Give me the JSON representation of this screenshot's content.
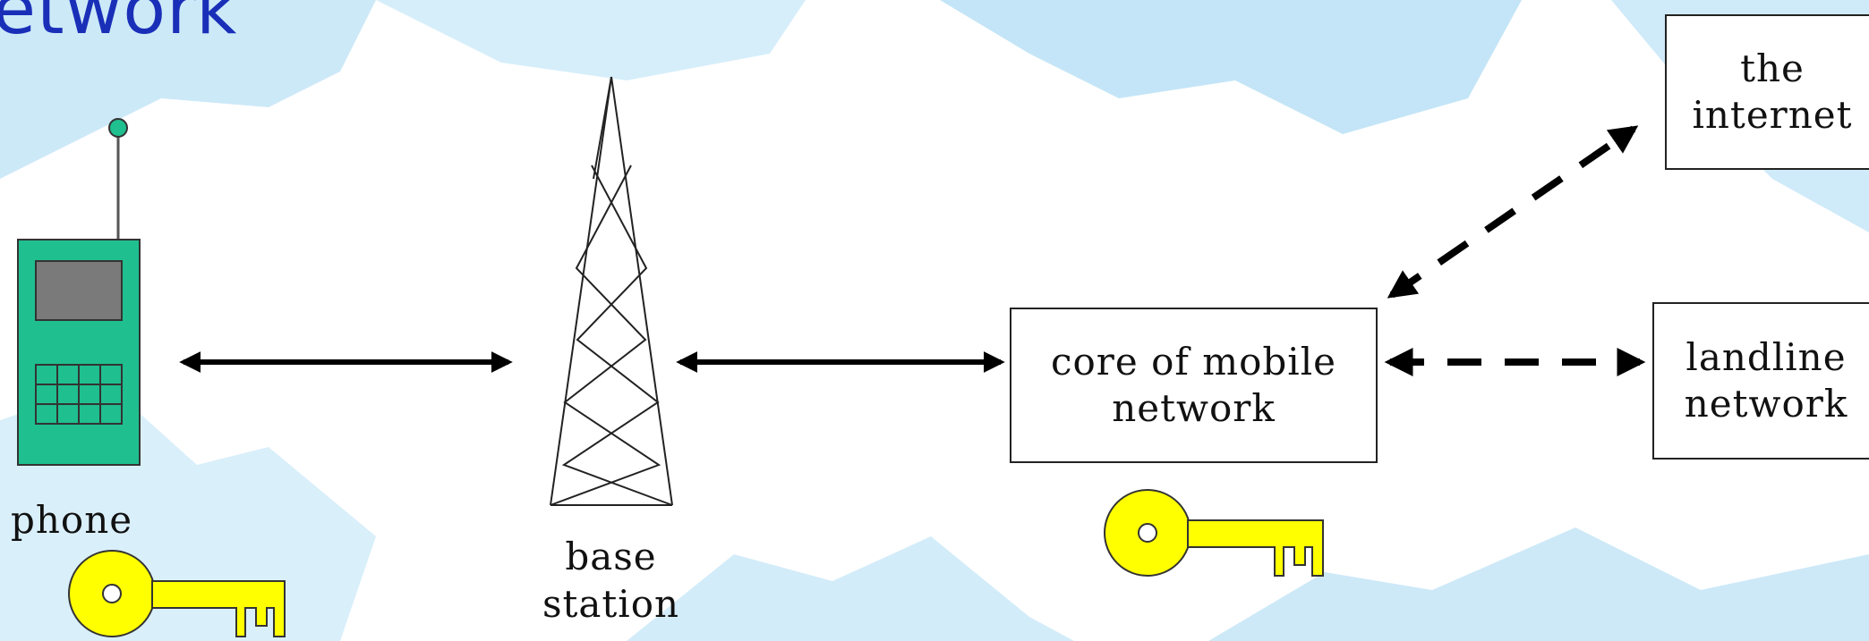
{
  "title": "etwork",
  "nodes": {
    "phone": {
      "label": "phone"
    },
    "base_station": {
      "label_line1": "base",
      "label_line2": "station"
    },
    "core": {
      "label_line1": "core of mobile",
      "label_line2": "network"
    },
    "internet": {
      "label_line1": "the",
      "label_line2": "internet"
    },
    "landline": {
      "label_line1": "landline",
      "label_line2": "network"
    }
  },
  "colors": {
    "title": "#1a2fb8",
    "phone_body": "#1fbf8f",
    "phone_screen": "#7a7a7a",
    "key": "#ffff00",
    "sky_pattern": "#b9dff5"
  },
  "icons": [
    "phone-icon",
    "tower-icon",
    "key-icon",
    "arrow-icon"
  ]
}
